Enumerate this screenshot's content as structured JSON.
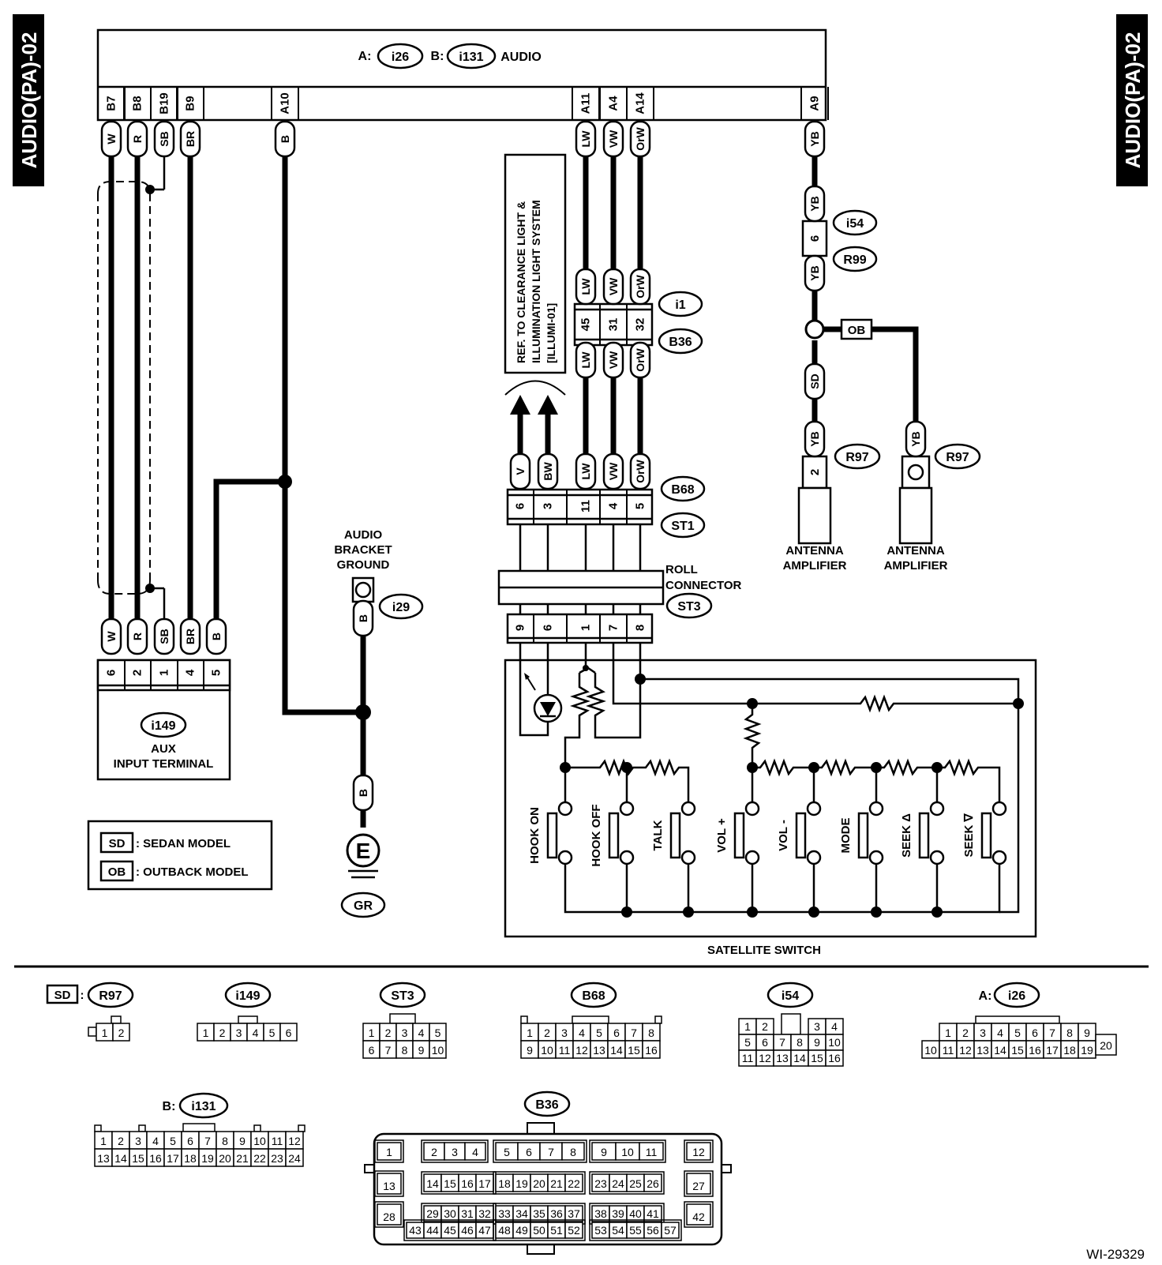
{
  "side_tab": "AUDIO(PA)-02",
  "figure_id": "WI-29329",
  "audio_unit": {
    "prefix_a": "A:",
    "conn_a": "i26",
    "prefix_b": "B:",
    "conn_b": "i131",
    "label": "AUDIO",
    "pins": [
      "B7",
      "B8",
      "B19",
      "B9",
      "A10",
      "A11",
      "A4",
      "A14",
      "A9"
    ]
  },
  "wire_colors": {
    "w": "W",
    "r": "R",
    "sb": "SB",
    "br": "BR",
    "b": "B",
    "lw": "LW",
    "vw": "VW",
    "orw": "OrW",
    "yb": "YB",
    "v": "V",
    "bw": "BW",
    "sd": "SD",
    "ob": "OB"
  },
  "aux": {
    "conn": "i149",
    "label_1": "AUX",
    "label_2": "INPUT TERMINAL",
    "pins": [
      "6",
      "2",
      "1",
      "4",
      "5"
    ]
  },
  "ground": {
    "label_1": "AUDIO",
    "label_2": "BRACKET",
    "label_3": "GROUND",
    "conn": "i29",
    "symbol": "E",
    "point": "GR"
  },
  "reference_note": [
    "REF. TO CLEARANCE LIGHT &",
    "ILLUMINATION LIGHT SYSTEM",
    "[ILLUMI-01]"
  ],
  "joint_i1_b36": {
    "conn_1": "i1",
    "conn_2": "B36",
    "pins": [
      "45",
      "31",
      "32"
    ]
  },
  "joint_b68_st1": {
    "conn_1": "B68",
    "conn_2": "ST1",
    "pins": [
      "6",
      "3",
      "11",
      "4",
      "5"
    ]
  },
  "roll_connector": {
    "label_1": "ROLL",
    "label_2": "CONNECTOR",
    "conn": "ST3",
    "pins": [
      "9",
      "6",
      "1",
      "7",
      "8"
    ]
  },
  "satellite_switch": {
    "label": "SATELLITE SWITCH",
    "switches": [
      "HOOK ON",
      "HOOK OFF",
      "TALK",
      "VOL +",
      "VOL -",
      "MODE",
      "SEEK Δ",
      "SEEK ∇"
    ]
  },
  "antenna": {
    "conn_i54": "i54",
    "conn_r99": "R99",
    "joint_pin": "6",
    "conn_r97": "R97",
    "pin_sd": "2",
    "label_1": "ANTENNA",
    "label_2": "AMPLIFIER"
  },
  "legend": [
    {
      "code": "SD",
      "text": ": SEDAN MODEL"
    },
    {
      "code": "OB",
      "text": ": OUTBACK MODEL"
    }
  ],
  "connector_views": {
    "r97": {
      "tag": "SD",
      "sep": ":",
      "name": "R97",
      "pins": [
        "1",
        "2"
      ]
    },
    "i149": {
      "name": "i149",
      "pins": [
        "1",
        "2",
        "3",
        "4",
        "5",
        "6"
      ]
    },
    "st3": {
      "name": "ST3",
      "row1": [
        "1",
        "2",
        "3",
        "4",
        "5"
      ],
      "row2": [
        "6",
        "7",
        "8",
        "9",
        "10"
      ]
    },
    "b68": {
      "name": "B68",
      "row1": [
        "1",
        "2",
        "3",
        "4",
        "5",
        "6",
        "7",
        "8"
      ],
      "row2": [
        "9",
        "10",
        "11",
        "12",
        "13",
        "14",
        "15",
        "16"
      ]
    },
    "i54": {
      "name": "i54",
      "row1": [
        "1",
        "2",
        "",
        "3",
        "4"
      ],
      "row2": [
        "5",
        "6",
        "7",
        "8",
        "9",
        "10"
      ],
      "row3": [
        "11",
        "12",
        "13",
        "14",
        "15",
        "16"
      ]
    },
    "i26": {
      "prefix": "A:",
      "name": "i26",
      "row1": [
        "1",
        "2",
        "3",
        "4",
        "5",
        "6",
        "7",
        "8",
        "9"
      ],
      "row2": [
        "10",
        "11",
        "12",
        "13",
        "14",
        "15",
        "16",
        "17",
        "18",
        "19",
        "20"
      ]
    },
    "i131": {
      "prefix": "B:",
      "name": "i131",
      "row1": [
        "1",
        "2",
        "3",
        "4",
        "5",
        "6",
        "7",
        "8",
        "9",
        "10",
        "11",
        "12"
      ],
      "row2": [
        "13",
        "14",
        "15",
        "16",
        "17",
        "18",
        "19",
        "20",
        "21",
        "22",
        "23",
        "24"
      ]
    },
    "b36": {
      "name": "B36",
      "g1": [
        "1"
      ],
      "g2": [
        "2",
        "3",
        "4"
      ],
      "g3": [
        "5",
        "6",
        "7",
        "8"
      ],
      "g4": [
        "9",
        "10",
        "11"
      ],
      "g5": [
        "12"
      ],
      "g6": [
        "13"
      ],
      "g7": [
        "14",
        "15",
        "16",
        "17"
      ],
      "g8": [
        "18",
        "19",
        "20",
        "21",
        "22"
      ],
      "g9": [
        "23",
        "24",
        "25",
        "26"
      ],
      "g10": [
        "27"
      ],
      "g11": [
        "28"
      ],
      "g12": [
        "29",
        "30",
        "31",
        "32"
      ],
      "g13": [
        "33",
        "34",
        "35",
        "36",
        "37"
      ],
      "g14": [
        "38",
        "39",
        "40",
        "41"
      ],
      "g15": [
        "42"
      ],
      "g16": [
        "43",
        "44",
        "45",
        "46",
        "47"
      ],
      "g17": [
        "48",
        "49",
        "50",
        "51",
        "52"
      ],
      "g18": [
        "53",
        "54",
        "55",
        "56",
        "57"
      ]
    }
  }
}
